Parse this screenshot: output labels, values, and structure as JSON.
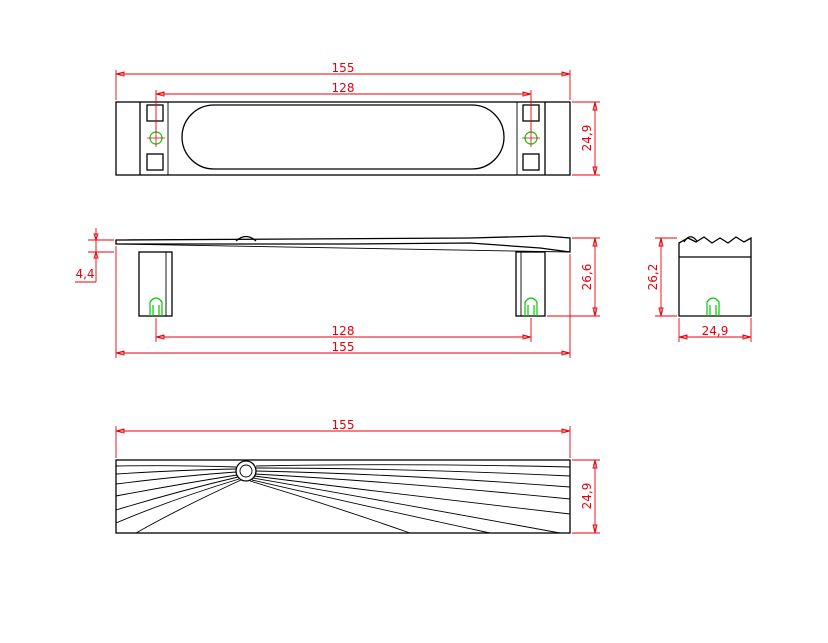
{
  "colors": {
    "object": "#000000",
    "dimension": "#e8000b",
    "hole": "#00c800",
    "background": "#ffffff"
  },
  "views": {
    "top": {
      "overall_length": "155",
      "hole_spacing": "128",
      "width": "24,9"
    },
    "front": {
      "top_offset": "4,4",
      "height": "26,6",
      "hole_spacing": "128",
      "overall_length": "155"
    },
    "side": {
      "height": "26,2",
      "width": "24,9"
    },
    "bottom": {
      "overall_length": "155",
      "width": "24,9"
    }
  }
}
